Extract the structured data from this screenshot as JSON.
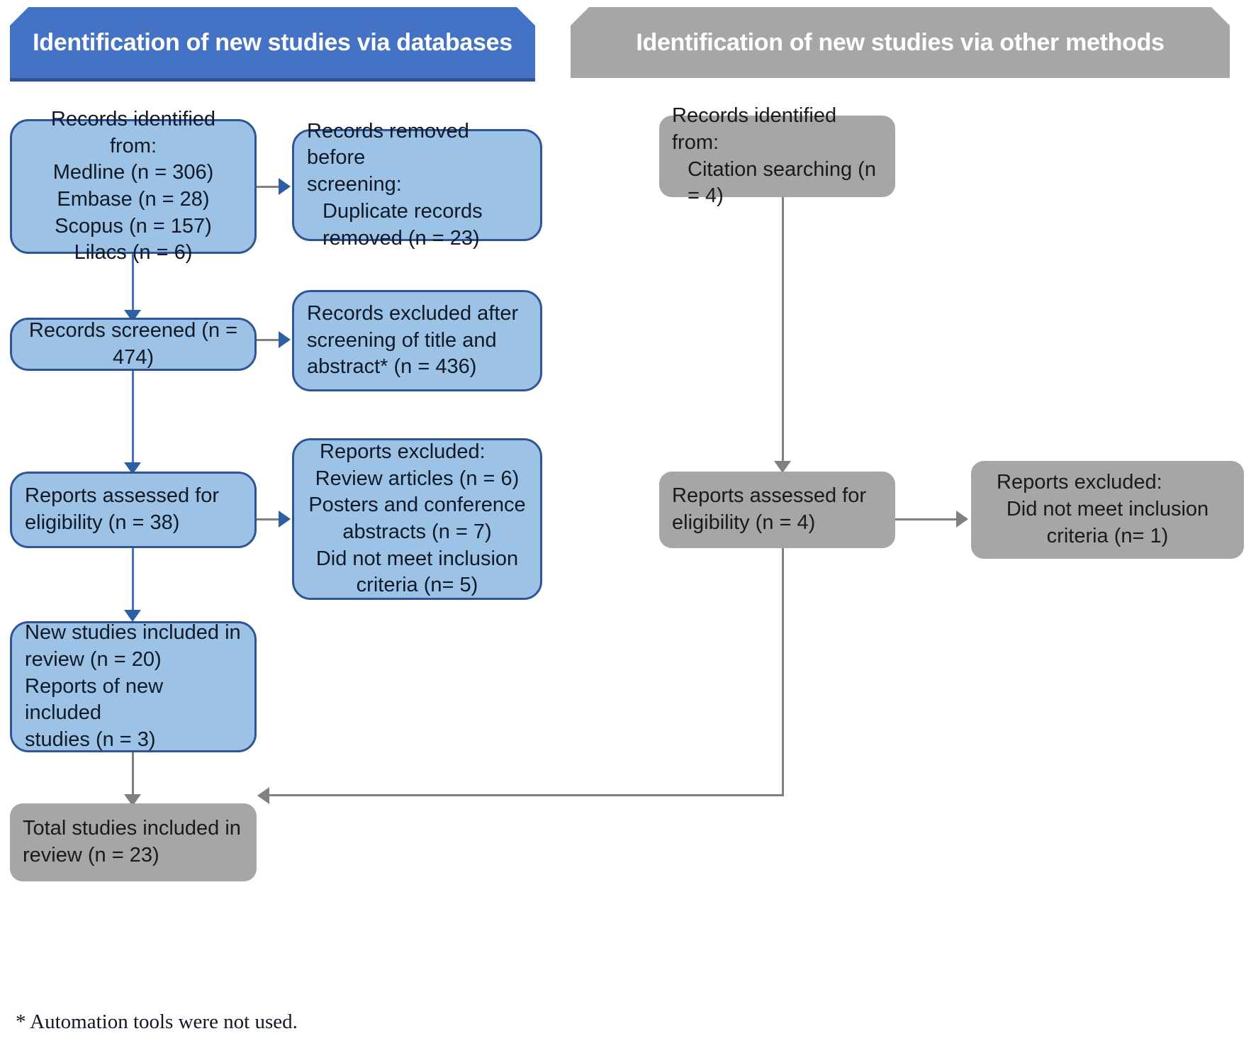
{
  "diagram": {
    "title_left": "Identification of new studies via databases",
    "title_right": "Identification of new studies via other methods",
    "footnote": "* Automation tools were not used.",
    "colors": {
      "banner_blue": "#4472c4",
      "banner_gray": "#a6a6a6",
      "box_blue_fill": "#9cc3e5",
      "box_blue_border": "#2f5597",
      "box_gray_fill": "#a6a6a6",
      "connector_blue": "#4472c4",
      "connector_gray": "#808080"
    }
  },
  "databases_column": {
    "identified": {
      "heading": "Records identified from:",
      "lines": [
        "Medline (n = 306)",
        "Embase (n = 28)",
        "Scopus (n = 157)",
        "Lilacs (n = 6)"
      ]
    },
    "removed_before_screening": {
      "heading": "Records removed before",
      "heading2": "screening:",
      "lines": [
        "Duplicate records",
        "removed (n = 23)"
      ]
    },
    "screened": {
      "text": "Records screened (n = 474)"
    },
    "excluded_after_screening": {
      "lines": [
        "Records excluded after",
        "screening of title and",
        "abstract* (n = 436)"
      ]
    },
    "reports_assessed": {
      "lines": [
        "Reports assessed for",
        "eligibility (n = 38)"
      ]
    },
    "reports_excluded": {
      "heading": "Reports excluded:",
      "lines": [
        "Review articles (n = 6)",
        "Posters and conference",
        "abstracts (n = 7)",
        "Did not meet inclusion",
        "criteria (n= 5)"
      ]
    },
    "new_included": {
      "lines": [
        "New studies included in",
        "review (n = 20)",
        "Reports of new included",
        "studies (n = 3)"
      ]
    },
    "total_included": {
      "lines": [
        "Total studies included in",
        "review (n = 23)"
      ]
    }
  },
  "other_methods_column": {
    "identified": {
      "heading": "Records identified from:",
      "lines": [
        "Citation searching (n = 4)"
      ]
    },
    "reports_assessed": {
      "lines": [
        "Reports assessed for",
        "eligibility (n = 4)"
      ]
    },
    "reports_excluded": {
      "heading": "Reports excluded:",
      "lines": [
        "Did not meet inclusion",
        "criteria (n= 1)"
      ]
    }
  }
}
